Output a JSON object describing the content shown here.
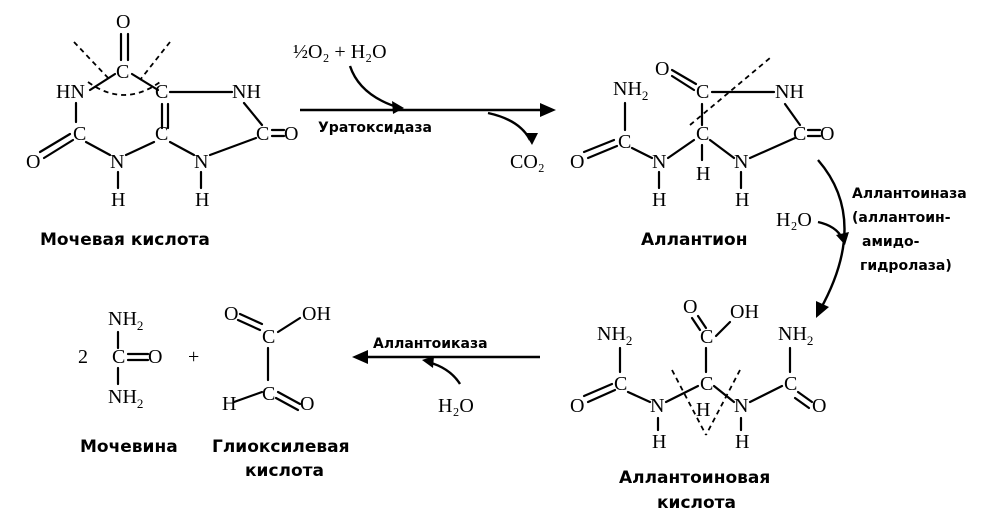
{
  "compounds": {
    "uric_acid": "Мочевая кислота",
    "allantoin": "Аллантион",
    "allantoic_acid_line1": "Аллантоиновая",
    "allantoic_acid_line2": "кислота",
    "urea": "Мочевина",
    "glyoxylic_acid_line1": "Глиоксилевая",
    "glyoxylic_acid_line2": "кислота"
  },
  "enzymes": {
    "urate_oxidase": "Уратоксидаза",
    "allantoinase_line1": "Аллантоиназа",
    "allantoinase_line2": "(аллантоин-",
    "allantoinase_line3": "амидо-",
    "allantoinase_line4": "гидролаза)",
    "allantoicase": "Аллантоиказа"
  },
  "reagents": {
    "half_o2_plus_h2o": "½O₂ + H₂O",
    "co2": "CO₂",
    "h2o_step2": "H₂O",
    "h2o_step3": "H₂O"
  },
  "stoichiometry": {
    "urea_coefficient": "2",
    "plus": "+"
  },
  "atoms": {
    "O": "O",
    "N": "N",
    "H": "H",
    "C": "C",
    "HN": "HN",
    "NH": "NH",
    "NH2": "NH",
    "OH": "OH",
    "sub2": "2"
  }
}
